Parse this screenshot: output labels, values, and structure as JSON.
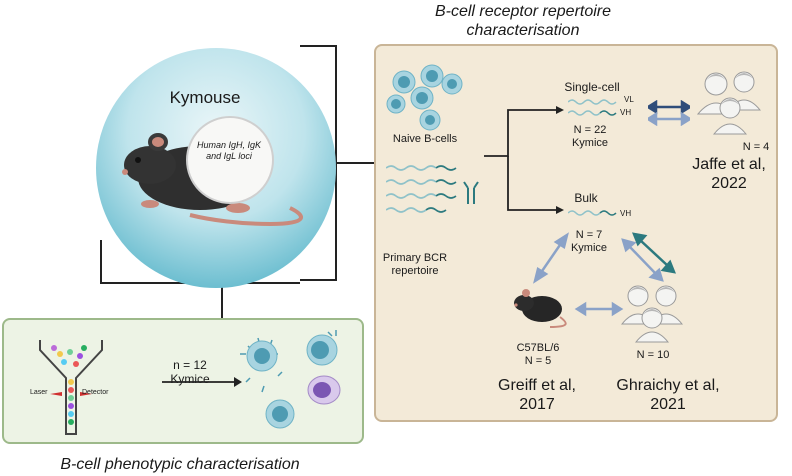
{
  "repertoire_title": "B-cell receptor repertoire characterisation",
  "phenotypic_title": "B-cell phenotypic characterisation",
  "kymouse": {
    "title": "Kymouse",
    "loci_text": "Human IgH, IgK and IgL loci"
  },
  "repertoire": {
    "naive_label": "Naive B-cells",
    "primary_label": "Primary BCR repertoire",
    "single_cell_label": "Single-cell",
    "vl_label": "VL",
    "vh_label": "VH",
    "single_n": "N = 22",
    "single_kymice": "Kymice",
    "bulk_label": "Bulk",
    "bulk_vh_label": "VH",
    "bulk_n": "N = 7",
    "bulk_kymice": "Kymice",
    "jaffe_n": "N = 4",
    "jaffe_cite": "Jaffe et al, 2022",
    "ghraichy_n": "N = 10",
    "ghraichy_cite": "Ghraichy et al, 2021",
    "c57_label": "C57BL/6",
    "c57_n": "N = 5",
    "greiff_cite": "Greiff et al, 2017"
  },
  "phenotypic": {
    "laser_label": "Laser",
    "detector_label": "Detector",
    "n_label": "n = 12",
    "kymice_label": "Kymice"
  },
  "colors": {
    "panel_fill": "#f3ead8",
    "panel_border": "#c9b597",
    "green_panel_fill": "#edf3e5",
    "green_panel_border": "#9db98a",
    "cell_fill": "#a8d4e0",
    "cell_core": "#4e9bb2",
    "arrow_dark_blue": "#2f4d7a",
    "arrow_light_blue": "#8aa2c8",
    "arrow_teal": "#2c7a7f",
    "mouse_body": "#3a3a3a",
    "circle_teal": "#3aa7bf"
  }
}
